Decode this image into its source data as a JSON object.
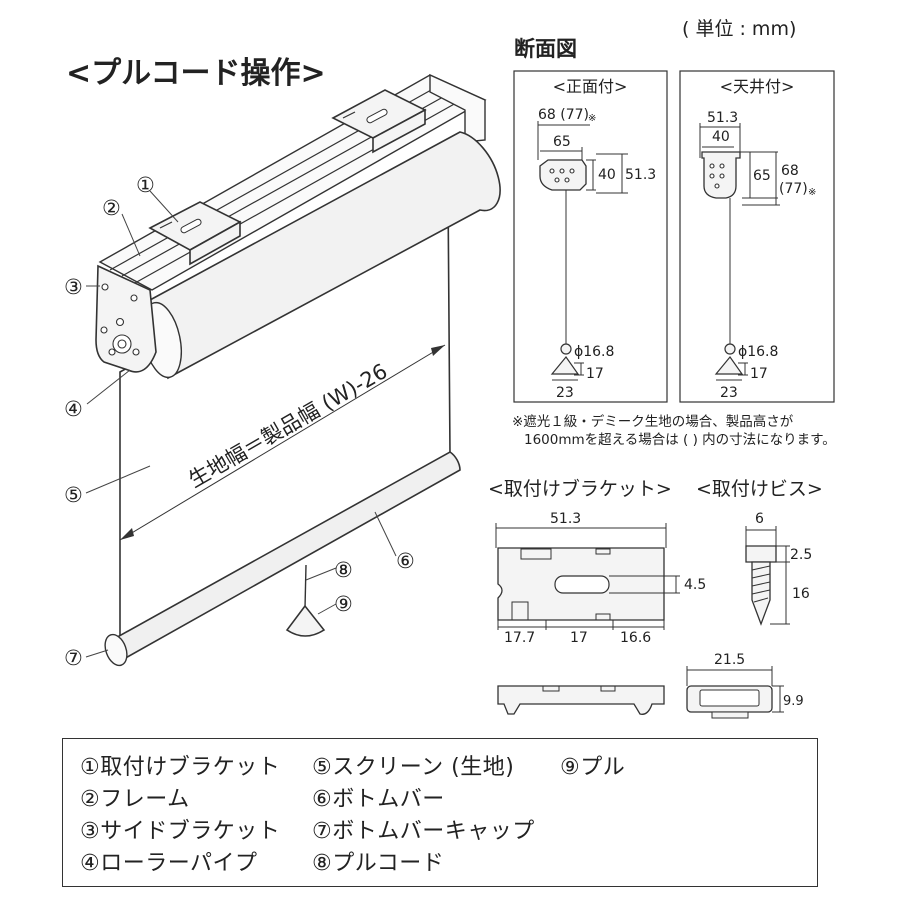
{
  "unit": "( 単位 : mm)",
  "main_title": "<プルコード操作>",
  "section_title": "断面図",
  "front_mount": {
    "label": "<正面付>",
    "dims": {
      "top_overall": "68 (77)",
      "top_note": "※",
      "width": "65",
      "height_small": "40",
      "height_large": "51.3",
      "pull_dia": "ϕ16.8",
      "pull_h": "17",
      "pull_w": "23"
    }
  },
  "ceiling_mount": {
    "label": "<天井付>",
    "dims": {
      "top1": "51.3",
      "top2": "40",
      "height_mid": "65",
      "height_side": "68",
      "height_side2": "(77)",
      "note": "※",
      "pull_dia": "ϕ16.8",
      "pull_h": "17",
      "pull_w": "23"
    }
  },
  "note": {
    "line1": "※遮光１級・デミーク生地の場合、製品高さが",
    "line2": "1600mmを超える場合は ( ) 内の寸法になります。"
  },
  "bracket": {
    "label": "<取付けブラケット>",
    "dims": {
      "width": "51.3",
      "slot": "4.5",
      "b1": "17.7",
      "b2": "17",
      "b3": "16.6"
    }
  },
  "screw": {
    "label": "<取付けビス>",
    "dims": {
      "head": "6",
      "head_h": "2.5",
      "length": "16"
    }
  },
  "cap": {
    "dims": {
      "width": "21.5",
      "height": "9.9"
    }
  },
  "screen_width_label": "生地幅＝製品幅 (W)-26",
  "callouts": [
    "①",
    "②",
    "③",
    "④",
    "⑤",
    "⑥",
    "⑦",
    "⑧",
    "⑨"
  ],
  "legend": [
    "①取付けブラケット",
    "②フレーム",
    "③サイドブラケット",
    "④ローラーパイプ",
    "⑤スクリーン (生地)",
    "⑥ボトムバー",
    "⑦ボトムバーキャップ",
    "⑧プルコード",
    "⑨プル"
  ]
}
